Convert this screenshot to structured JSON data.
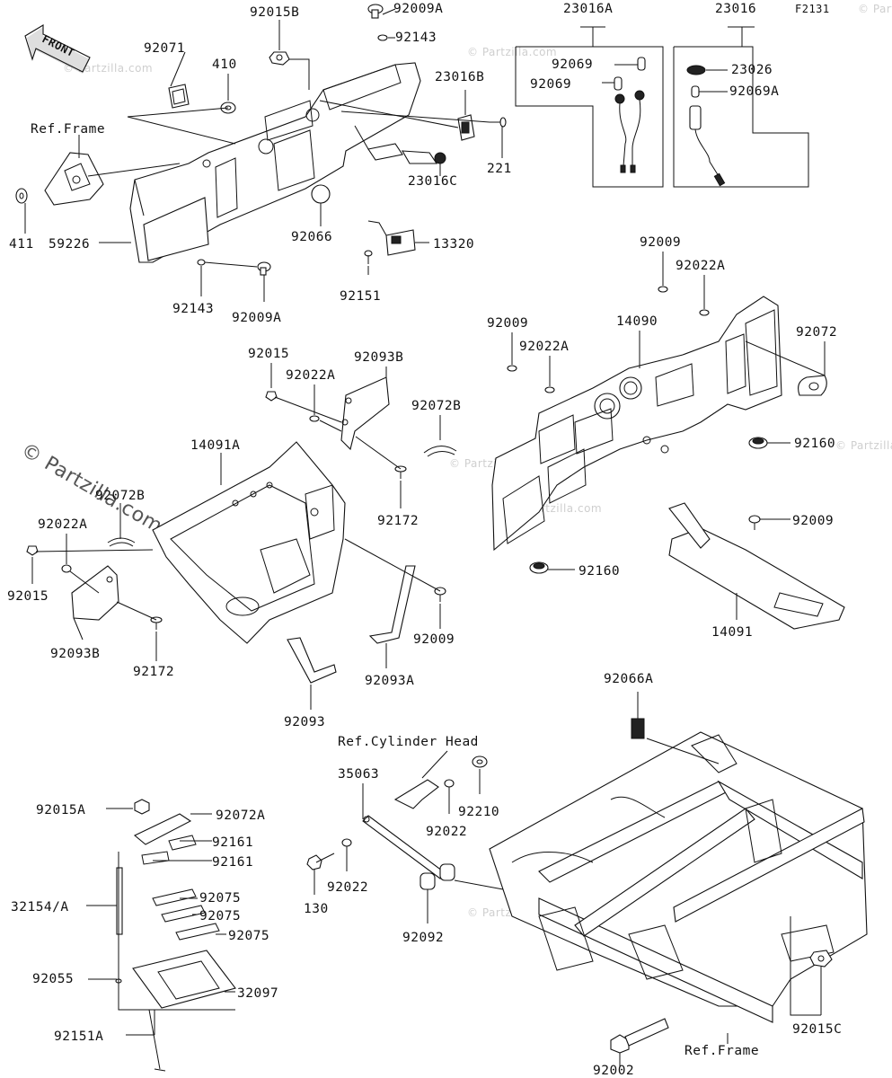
{
  "diagram": {
    "ref_code": "F2131",
    "front_arrow": "FRONT",
    "watermark": "© Partzilla.com",
    "labels": {
      "p92015B": "92015B",
      "p92009A_top": "92009A",
      "p92143_top": "92143",
      "p23016A": "23016A",
      "p23016": "23016",
      "p92071": "92071",
      "p410": "410",
      "p23016B": "23016B",
      "p92069_a": "92069",
      "p92069_b": "92069",
      "p23026": "23026",
      "p92069A": "92069A",
      "ref_frame_top": "Ref.Frame",
      "p221": "221",
      "p23016C": "23016C",
      "p92066": "92066",
      "p411": "411",
      "p59226": "59226",
      "p13320": "13320",
      "p92143_bot": "92143",
      "p92009A_bot": "92009A",
      "p92151": "92151",
      "p92009_a": "92009",
      "p92022A_a": "92022A",
      "p92009_b": "92009",
      "p14090": "14090",
      "p92022A_b": "92022A",
      "p92072": "92072",
      "p92015": "92015",
      "p92022A_c": "92022A",
      "p92093B_a": "92093B",
      "p92072B_a": "92072B",
      "p14091A": "14091A",
      "p92160_a": "92160",
      "p92072B_b": "92072B",
      "p92022A_d": "92022A",
      "p92172_a": "92172",
      "p92009_c": "92009",
      "p92015_l": "92015",
      "p92160_b": "92160",
      "p92093B_b": "92093B",
      "p92009_d": "92009",
      "p92172_b": "92172",
      "p92093A": "92093A",
      "p14091": "14091",
      "p92093": "92093",
      "p92066A": "92066A",
      "ref_cyl_head": "Ref.Cylinder Head",
      "p35063": "35063",
      "p92210": "92210",
      "p92015A": "92015A",
      "p92072A": "92072A",
      "p92022_a": "92022",
      "p92161_a": "92161",
      "p92161_b": "92161",
      "p92022_b": "92022",
      "p130": "130",
      "p92075_a": "92075",
      "p32154A": "32154/A",
      "p92075_b": "92075",
      "p92092": "92092",
      "p92075_c": "92075",
      "p92055": "92055",
      "p32097": "32097",
      "p92015C": "92015C",
      "p92151A": "92151A",
      "ref_frame_bot": "Ref.Frame",
      "p92002": "92002"
    }
  }
}
